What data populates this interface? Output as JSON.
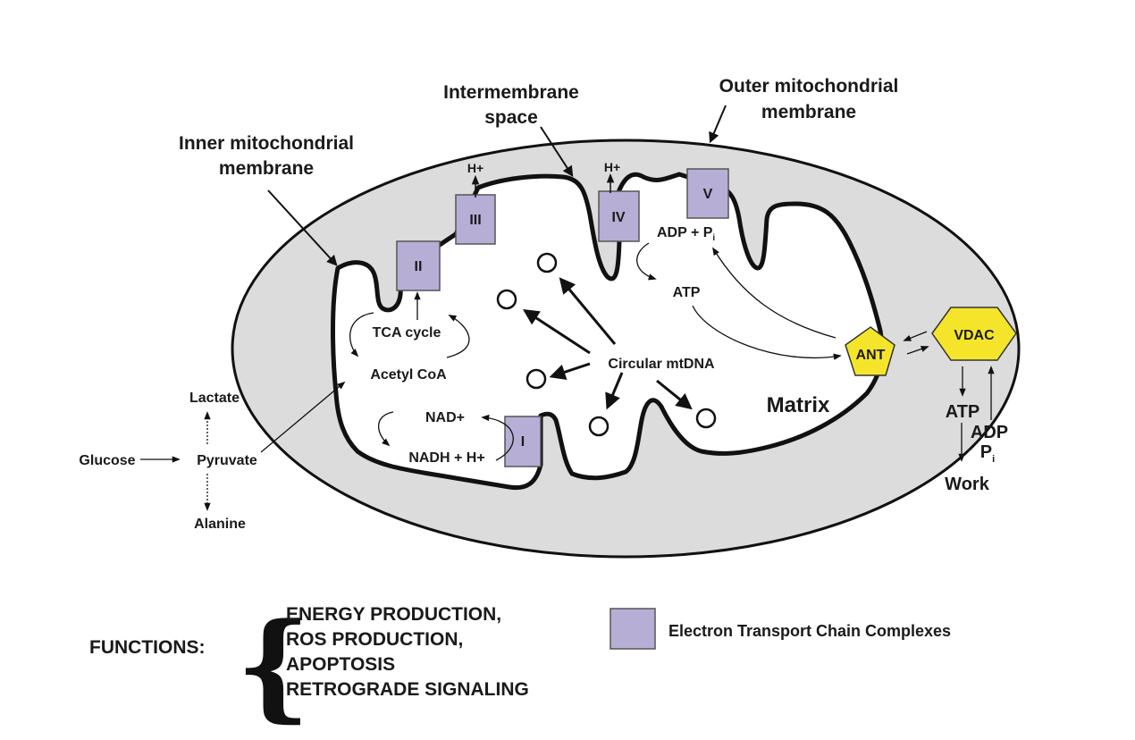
{
  "labels": {
    "outer_membrane": [
      "Outer mitochondrial",
      "membrane"
    ],
    "intermembrane": [
      "Intermembrane",
      "space"
    ],
    "inner_membrane": [
      "Inner mitochondrial",
      "membrane"
    ],
    "matrix": "Matrix",
    "circular_mtdna": "Circular mtDNA",
    "tca_cycle": "TCA cycle",
    "acetyl_coa": "Acetyl CoA",
    "nad_plus": "NAD+",
    "nadh": "NADH + H+",
    "adp_pi": "ADP + P",
    "adp_pi_sub": "i",
    "atp_inner": "ATP",
    "h_plus_iii": "H+",
    "h_plus_iv": "H+",
    "glucose": "Glucose",
    "pyruvate": "Pyruvate",
    "lactate": "Lactate",
    "alanine": "Alanine",
    "atp_out": "ATP",
    "adp_out": "ADP",
    "pi_out": "P",
    "pi_out_sub": "i",
    "work": "Work"
  },
  "complexes": [
    {
      "id": "I",
      "label": "I"
    },
    {
      "id": "II",
      "label": "II"
    },
    {
      "id": "III",
      "label": "III"
    },
    {
      "id": "IV",
      "label": "IV"
    },
    {
      "id": "V",
      "label": "V"
    }
  ],
  "transporters": {
    "ant": "ANT",
    "vdac": "VDAC"
  },
  "functions": {
    "title": "FUNCTIONS:",
    "items": [
      "ENERGY PRODUCTION,",
      "ROS PRODUCTION,",
      "APOPTOSIS",
      "RETROGRADE SIGNALING"
    ]
  },
  "legend": {
    "label": "Electron Transport Chain Complexes"
  },
  "colors": {
    "complex_fill": "#b7aed6",
    "transporter_fill": "#f5e52a",
    "intermembrane_fill": "#dcdcdc",
    "stroke": "#111111"
  }
}
